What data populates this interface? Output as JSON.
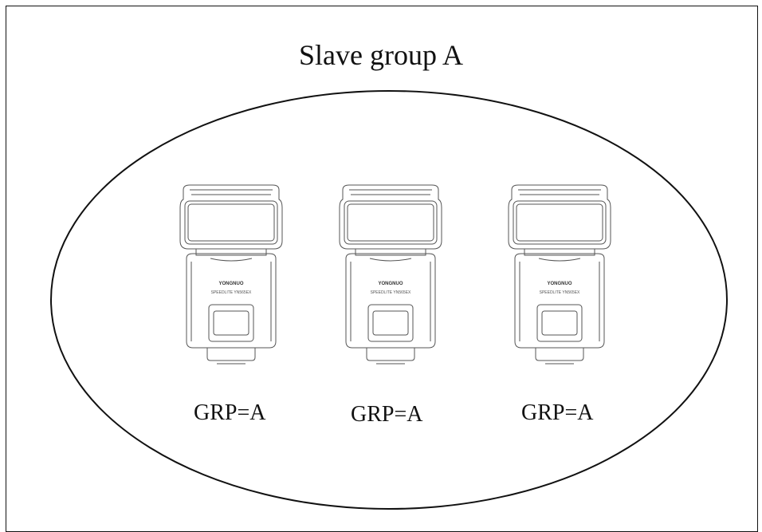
{
  "diagram": {
    "title": "Slave group A",
    "flashes": [
      {
        "brand": "YONGNUO",
        "model": "SPEEDLITE YN565EX",
        "label": "GRP=A"
      },
      {
        "brand": "YONGNUO",
        "model": "SPEEDLITE YN565EX",
        "label": "GRP=A"
      },
      {
        "brand": "YONGNUO",
        "model": "SPEEDLITE YN565EX",
        "label": "GRP=A"
      }
    ]
  }
}
